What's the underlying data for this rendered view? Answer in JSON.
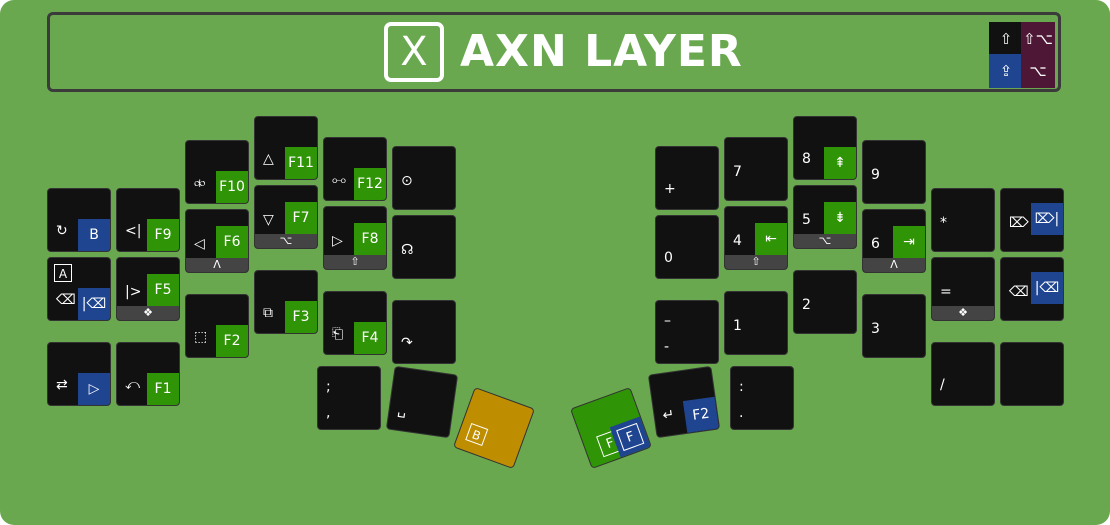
{
  "title": {
    "logo_letter": "X",
    "text": "AXN LAYER"
  },
  "legend": [
    {
      "symbol": "⇧",
      "color": "#111111"
    },
    {
      "symbol": "⇧⌥",
      "color": "#4e1735"
    },
    {
      "symbol": "⇪",
      "color": "#1f4591"
    },
    {
      "symbol": "⌥",
      "color": "#4e1735"
    }
  ],
  "colors": {
    "background": "#69a84f",
    "key": "#111111",
    "tap_green": "#2f9406",
    "tap_blue": "#1f4591",
    "mod_strip": "#444444",
    "thumb_amber": "#bf8d00"
  },
  "left_hand": {
    "col0": [
      {
        "label": "↻",
        "sub": "B",
        "sub_color": "blue"
      },
      {
        "boxed": "A",
        "label": "⌫",
        "sub": "|⌫",
        "sub_color": "blue"
      },
      {
        "label": "⇄",
        "sub": "▷",
        "sub_color": "blue"
      }
    ],
    "col1": [
      {
        "label": "<|",
        "sub": "F9",
        "sub_color": "green"
      },
      {
        "label": "|>",
        "sub": "F5",
        "sub_color": "green",
        "mod": "❖"
      },
      {
        "label": "⤺",
        "sub": "F1",
        "sub_color": "green"
      }
    ],
    "col2": [
      {
        "label": "⧞",
        "sub": "F10",
        "sub_color": "green"
      },
      {
        "label": "◁",
        "sub": "F6",
        "sub_color": "green",
        "mod": "Λ"
      },
      {
        "label": "⬚",
        "sub": "F2",
        "sub_color": "green"
      }
    ],
    "col3": [
      {
        "label": "△",
        "sub": "F11",
        "sub_color": "green"
      },
      {
        "label": "▽",
        "sub": "F7",
        "sub_color": "green",
        "mod": "⌥"
      },
      {
        "label": "⧉",
        "sub": "F3",
        "sub_color": "green"
      }
    ],
    "col4": [
      {
        "label": "⧟",
        "sub": "F12",
        "sub_color": "green"
      },
      {
        "label": "▷",
        "sub": "F8",
        "sub_color": "green",
        "mod": "⇧"
      },
      {
        "label": "⎗",
        "sub": "F4",
        "sub_color": "green"
      }
    ],
    "col5": [
      {
        "label": "⊙"
      },
      {
        "label": "☊"
      },
      {
        "label": "↷"
      }
    ],
    "thumbs": [
      {
        "top": ";",
        "bottom": ","
      },
      {
        "label": "␣"
      },
      {
        "boxed": "B"
      }
    ]
  },
  "right_hand": {
    "col0": [
      {
        "label": "+"
      },
      {
        "label": "0"
      },
      {
        "top": "–",
        "bottom": "-"
      }
    ],
    "col1": [
      {
        "label": "7"
      },
      {
        "label": "4",
        "sub": "⇤",
        "sub_color": "green",
        "mod": "⇧"
      },
      {
        "label": "1"
      }
    ],
    "col2": [
      {
        "label": "8",
        "sub": "⇞",
        "sub_color": "green"
      },
      {
        "label": "5",
        "sub": "⇟",
        "sub_color": "green",
        "mod": "⌥"
      },
      {
        "label": "2"
      }
    ],
    "col3": [
      {
        "label": "9"
      },
      {
        "label": "6",
        "sub": "⇥",
        "sub_color": "green",
        "mod": "Λ"
      },
      {
        "label": "3"
      }
    ],
    "col4": [
      {
        "label": "*"
      },
      {
        "label": "=",
        "mod": "❖"
      },
      {
        "label": "/"
      }
    ],
    "col5": [
      {
        "label": "⌦",
        "sub": "⌦|",
        "sub_color": "blue"
      },
      {
        "label": "⌫",
        "sub": "|⌫",
        "sub_color": "blue"
      },
      {
        "label": ""
      }
    ],
    "thumbs": [
      {
        "boxed": "F",
        "boxed2": "F"
      },
      {
        "label": "↵",
        "sub": "F2",
        "sub_color": "blue"
      },
      {
        "top": ":",
        "bottom": "."
      }
    ]
  }
}
